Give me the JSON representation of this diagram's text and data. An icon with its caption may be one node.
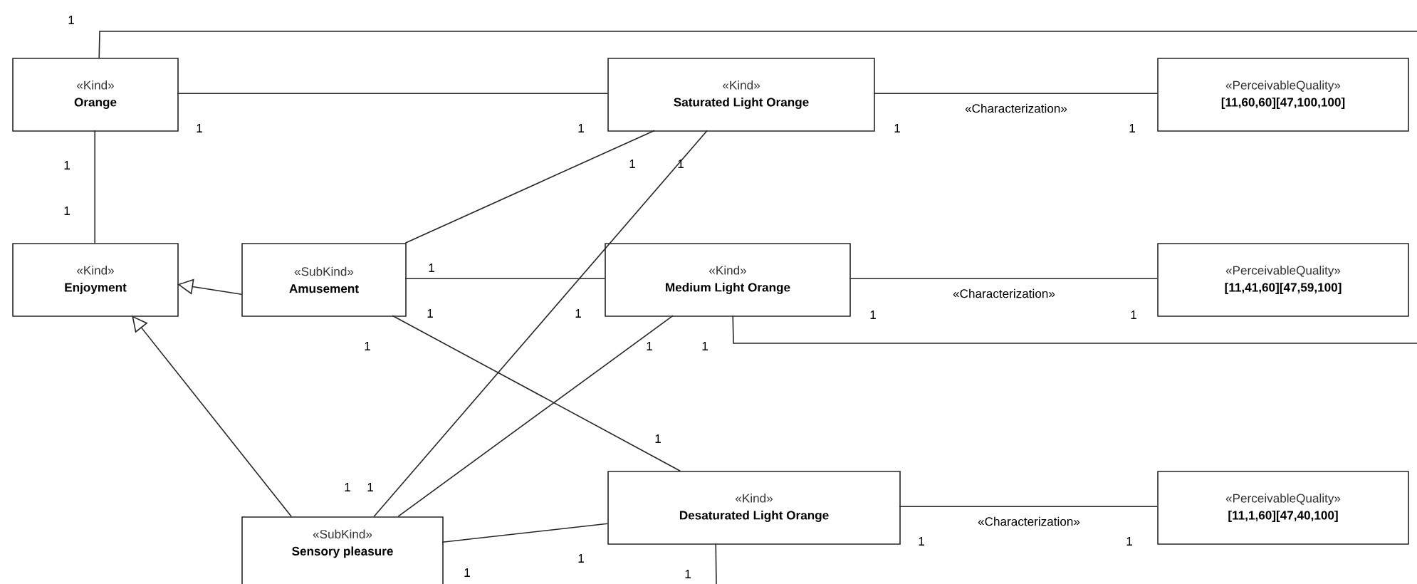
{
  "diagram": {
    "nodes": [
      {
        "text": [
          "«Kind»",
          "Orange"
        ]
      },
      {
        "text": [
          "«Kind»",
          "Saturated Light Orange"
        ]
      },
      {
        "text": [
          "«PerceivableQuality»",
          "[11,60,60][47,100,100]"
        ]
      },
      {
        "text": [
          "«Kind»",
          "Enjoyment"
        ]
      },
      {
        "text": [
          "«SubKind»",
          "Amusement"
        ]
      },
      {
        "text": [
          "«Kind»",
          "Medium Light Orange"
        ]
      },
      {
        "text": [
          "«PerceivableQuality»",
          "[11,41,60][47,59,100]"
        ]
      },
      {
        "text": [
          "«Kind»",
          "Desaturated Light Orange"
        ]
      },
      {
        "text": [
          "«PerceivableQuality»",
          "[11,1,60][47,40,100]"
        ]
      },
      {
        "text": [
          "«SubKind»",
          "Sensory pleasure"
        ]
      }
    ],
    "edges": [
      {
        "from": 0,
        "to": 1,
        "arrow": "none"
      },
      {
        "from": 0,
        "to": 3,
        "arrow": "none"
      },
      {
        "from": 0,
        "to": null,
        "arrow": "none"
      },
      {
        "from": 1,
        "to": 2,
        "arrow": "none",
        "label": "«Characterization»"
      },
      {
        "from": 4,
        "to": 3,
        "arrow": "to"
      },
      {
        "from": 9,
        "to": 3,
        "arrow": "to"
      },
      {
        "from": 4,
        "to": 1,
        "arrow": "none"
      },
      {
        "from": 9,
        "to": 1,
        "arrow": "none"
      },
      {
        "from": 4,
        "to": 5,
        "arrow": "none"
      },
      {
        "from": 4,
        "to": 7,
        "arrow": "none"
      },
      {
        "from": 9,
        "to": 5,
        "arrow": "none"
      },
      {
        "from": 5,
        "to": 6,
        "arrow": "none",
        "label": "«Characterization»"
      },
      {
        "from": 5,
        "to": null,
        "arrow": "none"
      },
      {
        "from": 9,
        "to": 7,
        "arrow": "none"
      },
      {
        "from": 7,
        "to": 8,
        "arrow": "none",
        "label": "«Characterization»"
      },
      {
        "from": 7,
        "to": null,
        "arrow": "none"
      }
    ],
    "labels": [
      "1",
      "1",
      "1",
      "1",
      "1",
      "1",
      "1",
      "1",
      "1",
      "1",
      "1",
      "1",
      "1",
      "1",
      "1",
      "1",
      "1",
      "1",
      "1",
      "1",
      "1",
      "1",
      "1",
      "1",
      "1"
    ]
  }
}
